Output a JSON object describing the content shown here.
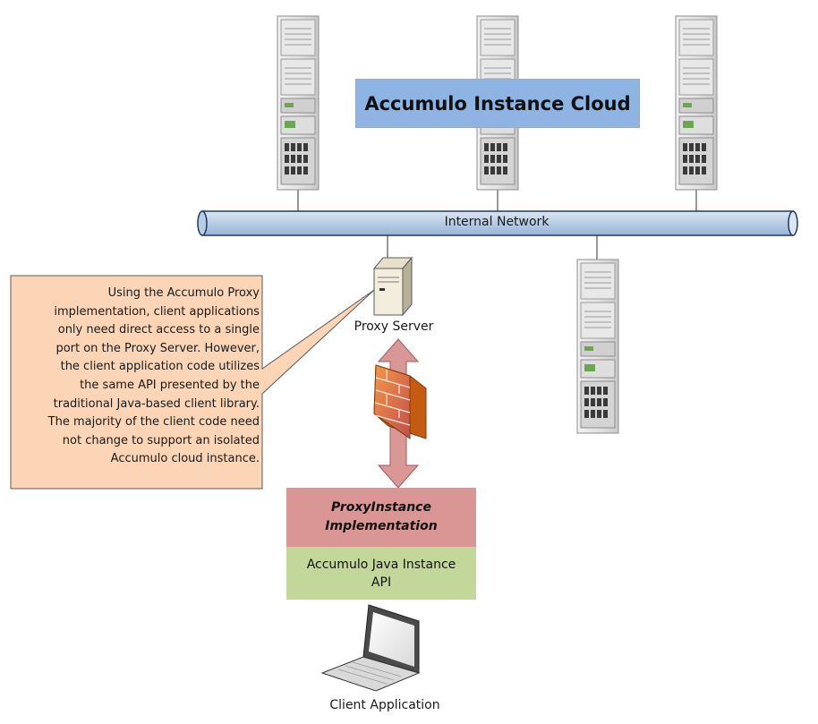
{
  "cloud": {
    "title": "Accumulo Instance Cloud"
  },
  "network": {
    "label": "Internal Network"
  },
  "proxy_server": {
    "label": "Proxy Server"
  },
  "client": {
    "label": "Client Application"
  },
  "proxy_impl": {
    "line1": "ProxyInstance",
    "line2": "Implementation"
  },
  "java_api": {
    "line1": "Accumulo Java Instance",
    "line2": "API"
  },
  "callout": {
    "text": "Using the Accumulo Proxy\nimplementation, client applications\nonly need direct access to a single\nport on the Proxy Server.  However,\nthe client application code utilizes\nthe same API presented by the\ntraditional Java-based client library.\nThe majority of the client code need\nnot change to support an isolated\nAccumulo cloud instance."
  },
  "colors": {
    "network_pipe": "#b8cce4",
    "cloud_title_bg": "#8db4e2",
    "callout_bg": "#fbd5b5",
    "proxy_impl_bg": "#da9694",
    "java_api_bg": "#c4d79b",
    "arrow": "#d99795",
    "firewall": "#e46c0a"
  },
  "icons": [
    "server-rack-icon",
    "proxy-server-icon",
    "firewall-icon",
    "laptop-icon"
  ]
}
